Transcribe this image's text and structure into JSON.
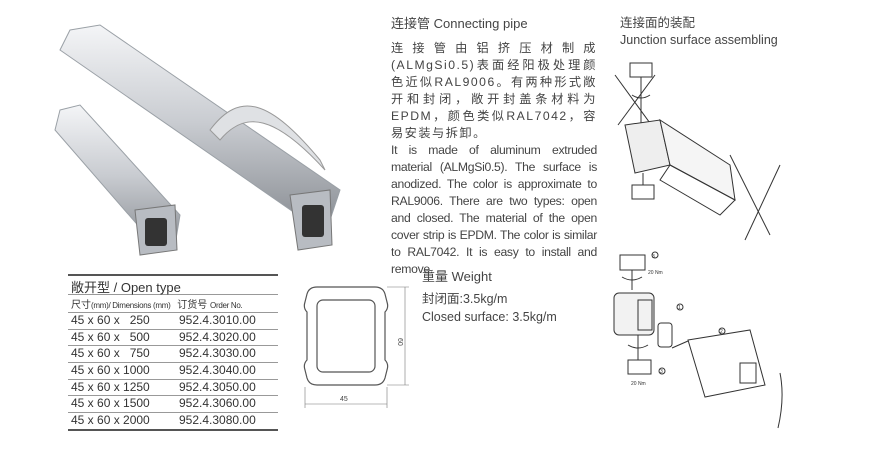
{
  "open_type_table": {
    "title": "敞开型  / Open type",
    "header_size_cn": "尺寸",
    "header_size_en": "(mm)/ Dimensions (mm)",
    "header_order_cn": "订货号",
    "header_order_en": "Order No.",
    "rows": [
      {
        "size": "45 x 60 x   250",
        "order": "952.4.3010.00"
      },
      {
        "size": "45 x 60 x   500",
        "order": "952.4.3020.00"
      },
      {
        "size": "45 x 60 x   750",
        "order": "952.4.3030.00"
      },
      {
        "size": "45 x 60 x 1000",
        "order": "952.4.3040.00"
      },
      {
        "size": "45 x 60 x 1250",
        "order": "952.4.3050.00"
      },
      {
        "size": "45 x 60 x 1500",
        "order": "952.4.3060.00"
      },
      {
        "size": "45 x 60 x 2000",
        "order": "952.4.3080.00"
      }
    ]
  },
  "profile_drawing": {
    "width_label": "45",
    "height_label": "60"
  },
  "description": {
    "title": "连接管 Connecting pipe",
    "text_cn": "连接管由铝挤压材制成(ALMgSi0.5)表面经阳极处理颜色近似RAL9006。有两种形式敞开和封闭，敞开封盖条材料为EPDM，颜色类似RAL7042，容易安装与拆卸。",
    "text_en": "It is made of aluminum extruded material (ALMgSi0.5). The surface is anodized. The color is approximate to RAL9006. There are two types: open and closed. The material of the open cover strip is EPDM. The color is similar to RAL7042. It is easy to install and remove."
  },
  "weight": {
    "title": "重量 Weight",
    "closed_cn": "封闭面:3.5kg/m",
    "closed_en": "Closed surface: 3.5kg/m"
  },
  "junction": {
    "title_cn": "连接面的装配",
    "title_en": "Junction surface assembling",
    "torque_top": "20 Nm",
    "torque_bottom": "20 Nm",
    "step1": "1",
    "step2": "2",
    "step3a": "3",
    "step3b": "3"
  }
}
